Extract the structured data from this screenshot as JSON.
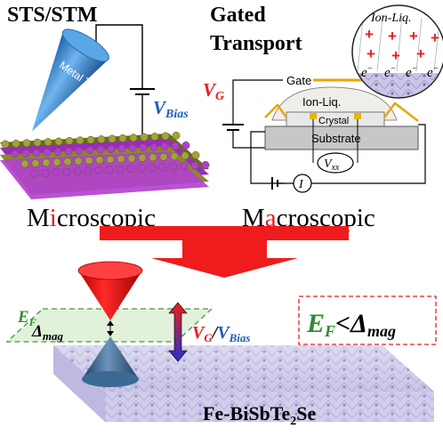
{
  "top_left": {
    "title": "STS/STM",
    "tip_label": "Metal Tip",
    "bias_symbol": "V",
    "bias_subscript": "Bias",
    "caption_parts": [
      "M",
      "i",
      "croscopic"
    ]
  },
  "top_right": {
    "title_line1": "Gated",
    "title_line2": "Transport",
    "gate_label": "Gate",
    "vg_symbol": "V",
    "vg_subscript": "G",
    "ion_liq_label": "Ion-Liq.",
    "crystal_label": "Crystal",
    "substrate_label": "Substrate",
    "current_label": "I",
    "vxx_symbol": "V",
    "vxx_subscript": "xx",
    "caption_parts": [
      "M",
      "a",
      "croscopic"
    ]
  },
  "inset": {
    "label": "Ion-Liq.",
    "plus": "+",
    "electron": "e",
    "electron_sup": "−"
  },
  "bottom": {
    "ef_symbol": "E",
    "ef_subscript": "F",
    "delta_symbol": "Δ",
    "delta_subscript": "mag",
    "control_vg": "V",
    "control_vg_sub": "G",
    "control_slash": "/",
    "control_vbias": "V",
    "control_vbias_sub": "Bias",
    "condition_ef": "E",
    "condition_ef_sub": "F",
    "condition_op": "<",
    "condition_delta": "Δ",
    "condition_delta_sub": "mag",
    "material_prefix": "Fe-BiSbTe",
    "material_sub": "2",
    "material_suffix": "Se"
  },
  "colors": {
    "red": "#e81e1e",
    "blue": "#1a5fb4",
    "green": "#2e8b2e",
    "arrow_red": "#ee1c1c",
    "tip_blue": "#3b8fd6",
    "cone_red": "#e61b1b",
    "cone_blue": "#2f5f8a"
  }
}
